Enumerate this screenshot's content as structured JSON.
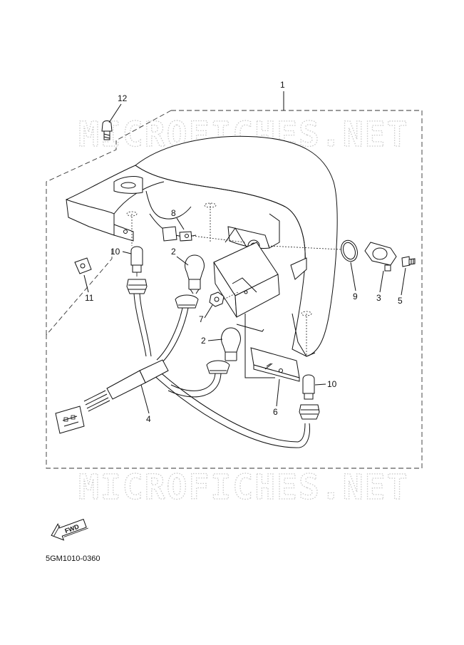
{
  "diagram": {
    "watermark": "MICROFICHES.NET",
    "diagram_code": "5GM1010-0360",
    "fwd_label": "FWD",
    "callouts": {
      "c1": "1",
      "c2a": "2",
      "c2b": "2",
      "c3": "3",
      "c4": "4",
      "c5": "5",
      "c6": "6",
      "c7": "7",
      "c8": "8",
      "c9": "9",
      "c10a": "10",
      "c10b": "10",
      "c11": "11",
      "c12": "12"
    }
  }
}
